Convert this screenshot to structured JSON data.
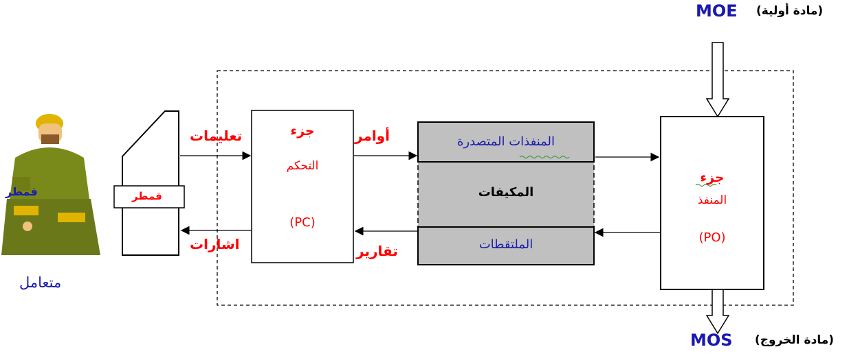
{
  "raw_material": {
    "label": "(مادة أولية)",
    "code": "MOE"
  },
  "output_material": {
    "label": "(مادة الخروج)",
    "code": "MOS"
  },
  "operator": {
    "label": "متعامل",
    "overlay": "قمطر"
  },
  "desk": {
    "label": "قمطر"
  },
  "signals": {
    "instructions": "تعليمات",
    "signals": "اشارات",
    "commands": "أوامر",
    "reports": "تقارير"
  },
  "control_part": {
    "line1": "جزء",
    "line2": "التحكم",
    "code": "(PC)"
  },
  "interface": {
    "actuators": "المنفذات المتصدرة",
    "adapters": "المكيفات",
    "sensors": "الملتقطات"
  },
  "operative_part": {
    "line1": "جزء",
    "line2": "المنفذ",
    "code": "(PO)"
  },
  "colors": {
    "red": "#ff0000",
    "blue": "#1a1ab0",
    "gray_fill": "#c0c0c0"
  }
}
